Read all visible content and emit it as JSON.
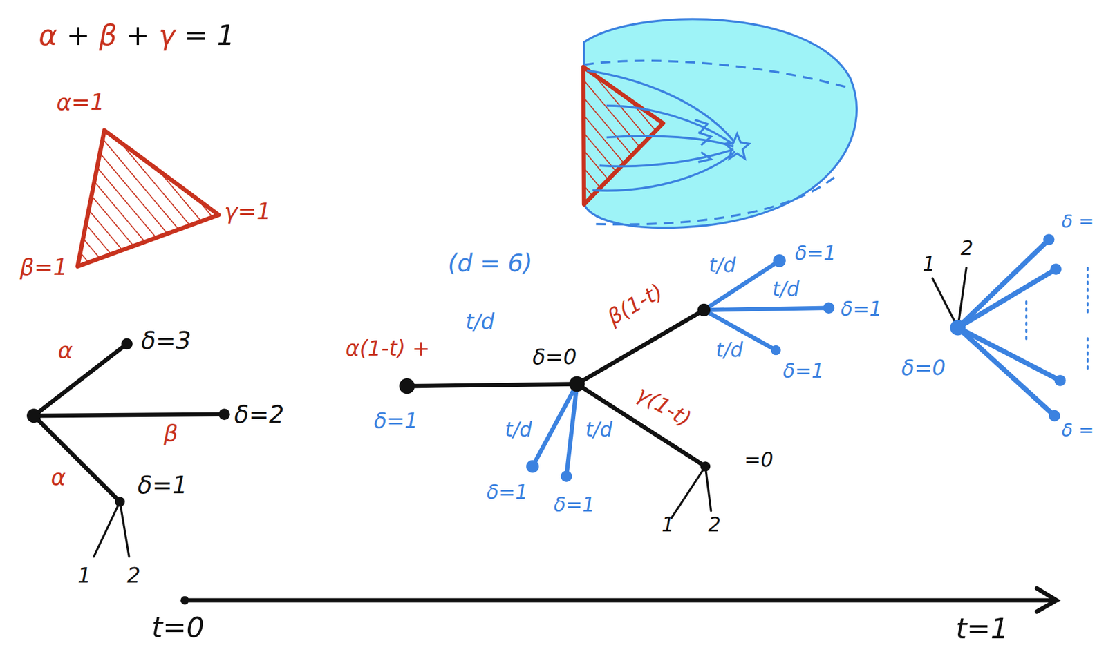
{
  "diagram": {
    "labels": [
      "α + β + γ = 1",
      "α=1",
      "γ=1",
      "β=1",
      "α",
      "δ=3",
      "β",
      "δ=2",
      "α",
      "δ=1",
      "1",
      "2",
      "(d = 6)",
      "α(1-t) +",
      "t/d",
      "δ=0",
      "δ=1",
      "β(1-t)",
      "t/d",
      "t/d",
      "t/d",
      "δ=1",
      "δ=1",
      "δ=1",
      "γ(1-t)",
      "=0",
      "1",
      "2",
      "t/d",
      "t/d",
      "δ=1",
      "δ=1",
      "1",
      "2",
      "δ=0",
      "δ =",
      "δ =",
      "t=0",
      "t=1"
    ]
  }
}
